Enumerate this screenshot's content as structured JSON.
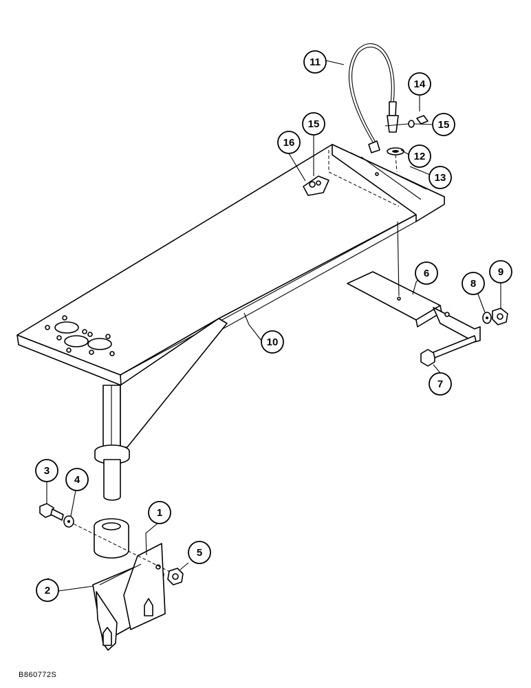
{
  "drawing_id": "B860772S",
  "callouts": [
    {
      "n": "1"
    },
    {
      "n": "2"
    },
    {
      "n": "3"
    },
    {
      "n": "4"
    },
    {
      "n": "5"
    },
    {
      "n": "6"
    },
    {
      "n": "7"
    },
    {
      "n": "8"
    },
    {
      "n": "9"
    },
    {
      "n": "10"
    },
    {
      "n": "11"
    },
    {
      "n": "12"
    },
    {
      "n": "13"
    },
    {
      "n": "14"
    },
    {
      "n": "15"
    },
    {
      "n": "15"
    },
    {
      "n": "16"
    }
  ]
}
